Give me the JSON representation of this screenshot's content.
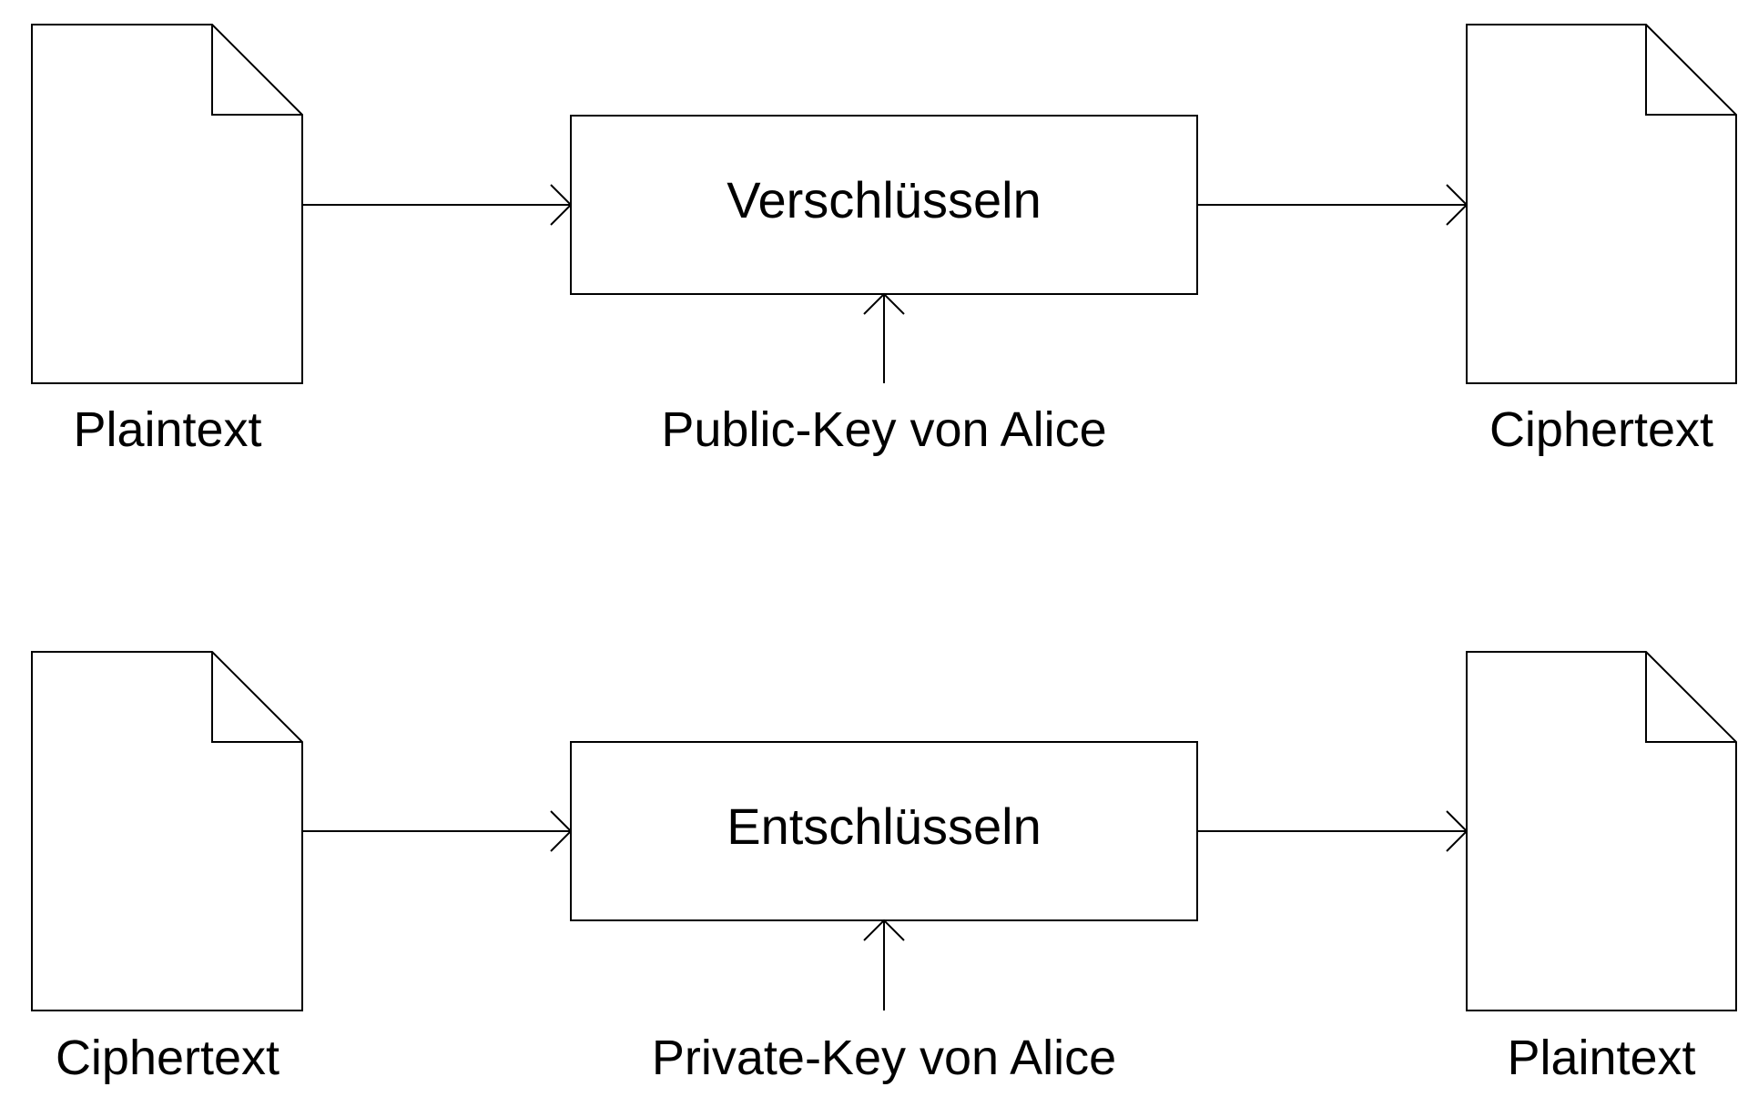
{
  "colors": {
    "background": "#ffffff",
    "line": "#000000"
  },
  "encrypt_row": {
    "input_document": "Plaintext",
    "process": "Verschlüsseln",
    "key": "Public-Key von Alice",
    "output_document": "Ciphertext"
  },
  "decrypt_row": {
    "input_document": "Ciphertext",
    "process": "Entschlüsseln",
    "key": "Private-Key von Alice",
    "output_document": "Plaintext"
  }
}
